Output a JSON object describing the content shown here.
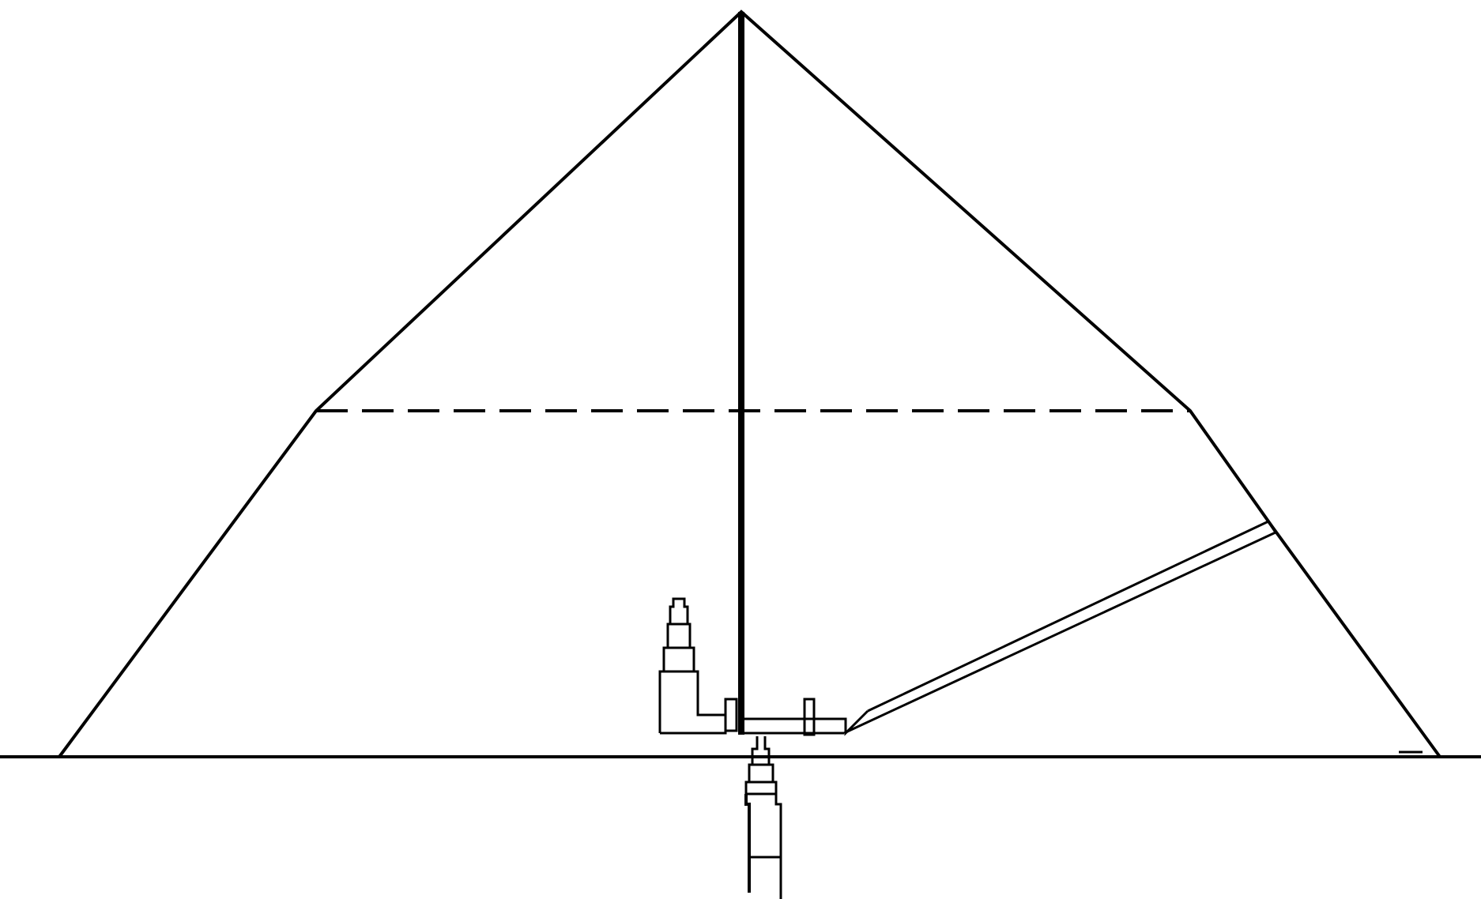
{
  "diagram": {
    "subject": "pyramid-cross-section",
    "colors": {
      "background": "#ffffff",
      "stroke": "#000000"
    },
    "elements": {
      "outline": "pyramid-outline",
      "central_axis": "vertical-axis",
      "level_line": "dashed-level-line",
      "ground": "ground-line",
      "entrance_passage": "ascending-passage",
      "chamber_upper": "upper-chamber",
      "chamber_lower": "subterranean-chamber",
      "base_corridor": "base-corridor"
    }
  }
}
